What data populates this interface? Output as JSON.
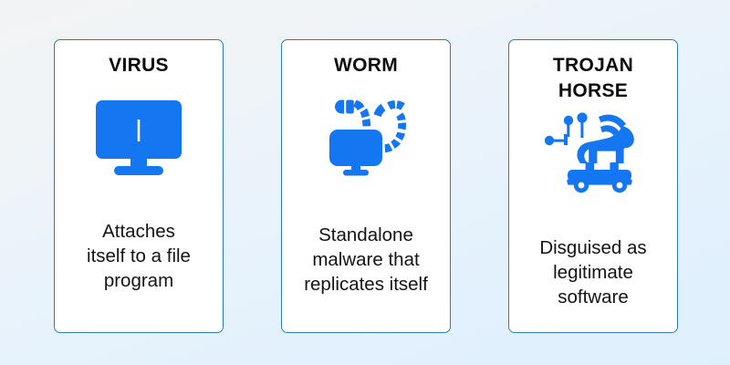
{
  "page": {
    "background_top_color": "#f2f3f4",
    "background_bottom_color": "#dff0fd",
    "accent_color": "#1476f0",
    "card_border_color": "#2a7cc0",
    "card_background_color": "#ffffff",
    "title_color": "#0d0d0d",
    "body_text_color": "#141414"
  },
  "cards": [
    {
      "id": "virus",
      "title": "VIRUS",
      "icon_name": "virus-monitor-bug-icon",
      "description": "Attaches\nitself to a file\nprogram"
    },
    {
      "id": "worm",
      "title": "WORM",
      "icon_name": "worm-monitor-icon",
      "description": "Standalone\nmalware that\nreplicates itself"
    },
    {
      "id": "trojan",
      "title": "TROJAN\nHORSE",
      "icon_name": "trojan-horse-icon",
      "description": "Disguised as\nlegitimate\nsoftware"
    }
  ]
}
